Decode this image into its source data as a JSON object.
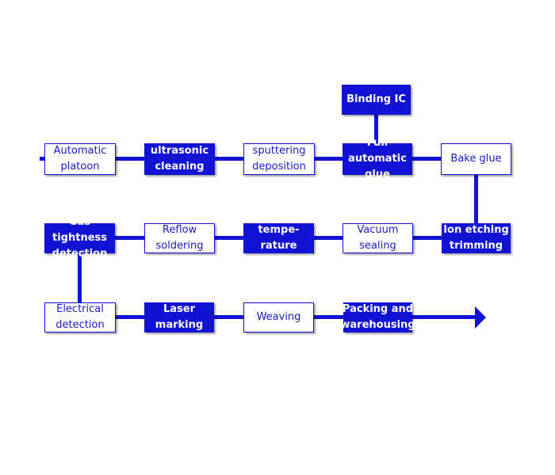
{
  "colors": {
    "accent": "#1212d6",
    "background": "#ffffff",
    "light_text": "#1a1ac8"
  },
  "steps": {
    "automatic_platoon": {
      "label": "Automatic\nplatoon",
      "style": "light"
    },
    "ultrasonic_cleaning": {
      "label": "ultrasonic\ncleaning",
      "style": "dark"
    },
    "sputtering_deposition": {
      "label": "sputtering\ndeposition",
      "style": "light"
    },
    "full_automatic_glue": {
      "label": "Full automatic\nglue",
      "style": "dark"
    },
    "binding_ic": {
      "label": "Binding IC",
      "style": "dark"
    },
    "bake_glue": {
      "label": "Bake glue",
      "style": "light"
    },
    "ion_etching_trimming": {
      "label": "Ion etching\ntrimming",
      "style": "dark"
    },
    "vacuum_sealing": {
      "label": "Vacuum\nsealing",
      "style": "light"
    },
    "high_temperature_aging": {
      "label": "High tempe-\nrature aging",
      "style": "dark"
    },
    "reflow_soldering": {
      "label": "Reflow\nsoldering",
      "style": "light"
    },
    "gas_tightness_detection": {
      "label": "Gas tightness\ndetection",
      "style": "dark"
    },
    "electrical_detection": {
      "label": "Electrical\ndetection",
      "style": "light"
    },
    "laser_marking": {
      "label": "Laser\nmarking",
      "style": "dark"
    },
    "weaving": {
      "label": "Weaving",
      "style": "light"
    },
    "packing_and_warehousing": {
      "label": "Packing and\nwarehousing",
      "style": "dark"
    }
  }
}
